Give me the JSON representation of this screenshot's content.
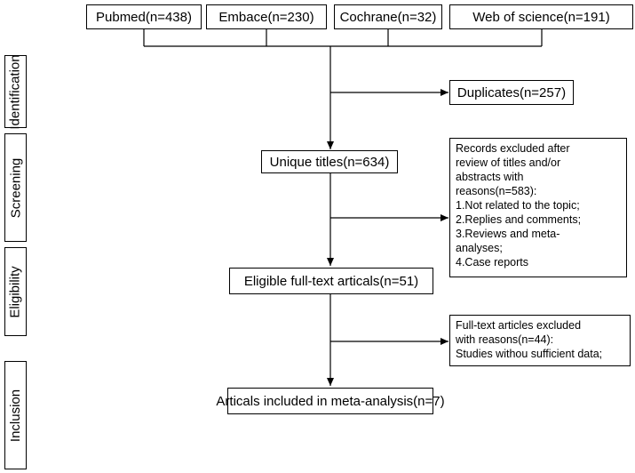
{
  "stages": [
    "Identification",
    "Screening",
    "Eligibility",
    "Inclusion"
  ],
  "sources": [
    "Pubmed(n=438)",
    "Embace(n=230)",
    "Cochrane(n=32)",
    "Web of science(n=191)"
  ],
  "duplicates": "Duplicates(n=257)",
  "unique_titles": "Unique titles(n=634)",
  "screen_exclusion": [
    "Records excluded after",
    "review of titles and/or",
    "abstracts with",
    "reasons(n=583):",
    "1.Not related to the topic;",
    "2.Replies and comments;",
    "3.Reviews and meta-",
    "analyses;",
    "4.Case reports"
  ],
  "eligible": "Eligible full-text articals(n=51)",
  "fulltext_exclusion": [
    "Full-text articles excluded",
    "with reasons(n=44):",
    "Studies withou sufficient data;"
  ],
  "included": "Articals included in meta-analysis(n=7)"
}
